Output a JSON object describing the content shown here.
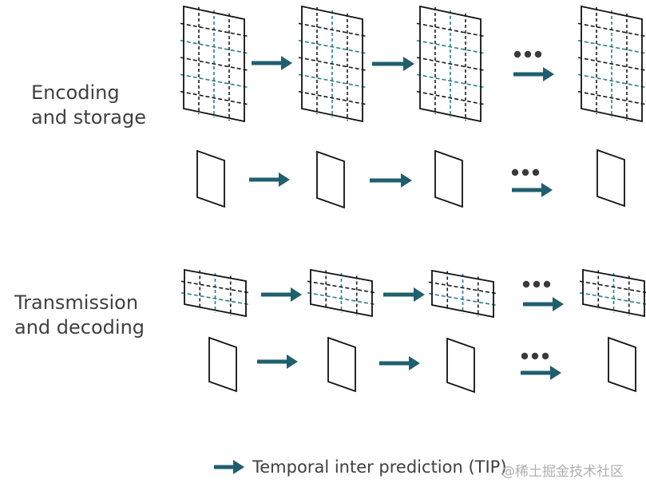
{
  "labels": {
    "encoding_line1": "Encoding",
    "encoding_line2": "and storage",
    "transmission_line1": "Transmission",
    "transmission_line2": "and decoding"
  },
  "legend": {
    "text": "Temporal inter prediction (TIP)",
    "arrow_color": "#1f5f6e"
  },
  "watermark": "@稀土掘金技术社区",
  "colors": {
    "frame_stroke": "#111111",
    "grid_dark": "#1a1a1a",
    "grid_teal": "#2a7f86",
    "arrow": "#1f5f6e",
    "ellipsis": "#3a3a3a"
  }
}
